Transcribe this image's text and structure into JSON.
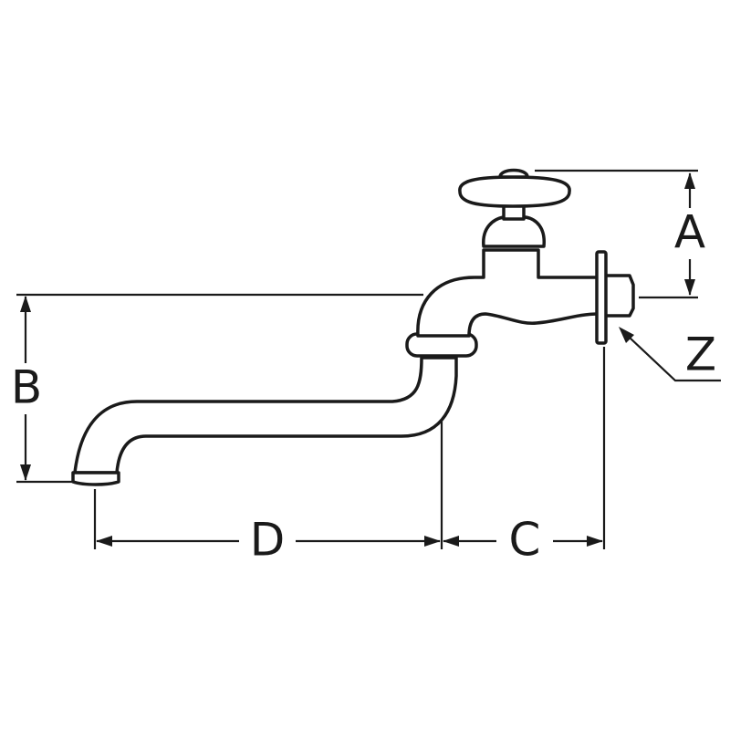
{
  "dimension_labels": {
    "a": "A",
    "b": "B",
    "c": "C",
    "d": "D",
    "z": "Z"
  },
  "colors": {
    "ink": "#1a1a1a",
    "background": "#ffffff"
  }
}
